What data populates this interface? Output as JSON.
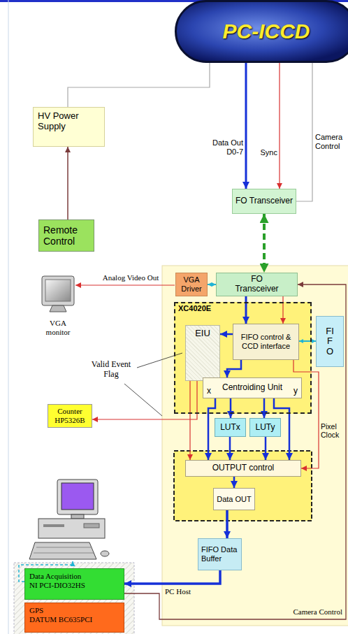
{
  "diagram": {
    "nodes": [
      {
        "text": [
          "PC-ICCD"
        ]
      },
      {
        "text": [
          "HV Power Supply"
        ]
      },
      {
        "text": [
          "Remote Control"
        ]
      },
      {
        "text": [
          "FO Transceiver"
        ]
      },
      {
        "text": [
          "VGA Driver"
        ]
      },
      {
        "text": [
          "FO Transceiver"
        ]
      },
      {
        "text": [
          "XC4020E"
        ]
      },
      {
        "text": [
          "EIU"
        ],
        "in": 6
      },
      {
        "text": [
          "FIFO control & CCD interface"
        ],
        "in": 6
      },
      {
        "text": [
          "x",
          "Centroiding Unit",
          "y"
        ],
        "in": 6
      },
      {
        "text": [
          "FIFO"
        ]
      },
      {
        "text": [
          "Counter HP5326B"
        ]
      },
      {
        "text": [
          "LUTx"
        ]
      },
      {
        "text": [
          "LUTy"
        ]
      },
      {
        "text": [
          "OUTPUT control"
        ]
      },
      {
        "text": [
          "Data OUT"
        ]
      },
      {
        "text": [
          "FIFO Data Buffer"
        ]
      },
      {
        "text": [
          "Data Acquisition",
          "NI PCI-DIO32HS"
        ]
      },
      {
        "text": [
          "GPS",
          "DATUM BC635PCI"
        ]
      }
    ],
    "edges": [
      {
        "from": 0,
        "to": 3,
        "label": "Data Out D0-7",
        "arrow": "to"
      },
      {
        "from": 0,
        "to": 3,
        "label": "Sync",
        "arrow": "to"
      },
      {
        "from": 3,
        "to": 0,
        "label": "Camera Control",
        "arrow": "none"
      },
      {
        "from": 0,
        "to": 1,
        "arrow": "none"
      },
      {
        "from": 2,
        "to": 1,
        "arrow": "to"
      },
      {
        "from": 3,
        "to": 5,
        "arrow": "both"
      },
      {
        "from": 4,
        "to": 5,
        "arrow": "both"
      },
      {
        "from": 5,
        "to": 8,
        "arrow": "to"
      },
      {
        "from": 5,
        "to": 8,
        "arrow": "to"
      },
      {
        "from": 8,
        "to": 10,
        "arrow": "both"
      },
      {
        "from": 8,
        "to": 7,
        "arrow": "to"
      },
      {
        "from": 8,
        "to": 9,
        "arrow": "to"
      },
      {
        "from": 9,
        "to": 12,
        "arrow": "to"
      },
      {
        "from": 9,
        "to": 14,
        "arrow": "to"
      },
      {
        "from": 9,
        "to": 13,
        "arrow": "to"
      },
      {
        "from": 9,
        "to": 14,
        "arrow": "to"
      },
      {
        "from": 12,
        "to": 14,
        "arrow": "to"
      },
      {
        "from": 13,
        "to": 14,
        "arrow": "to"
      },
      {
        "from": 7,
        "to": 14,
        "arrow": "to"
      },
      {
        "from": 7,
        "to": 11,
        "arrow": "to"
      },
      {
        "from": 8,
        "to": 14,
        "label": "Pixel Clock",
        "arrow": "to"
      },
      {
        "from": 14,
        "to": 15,
        "arrow": "to"
      },
      {
        "from": 15,
        "to": 16,
        "arrow": "to"
      },
      {
        "from": 16,
        "to": 17,
        "label": "PC Host",
        "arrow": "to"
      },
      {
        "from": 17,
        "to": 5,
        "label": "Camera Control",
        "arrow": "to"
      }
    ],
    "labels": [
      "Analog Video Out",
      "VGA monitor",
      "Valid Event Flag"
    ]
  }
}
